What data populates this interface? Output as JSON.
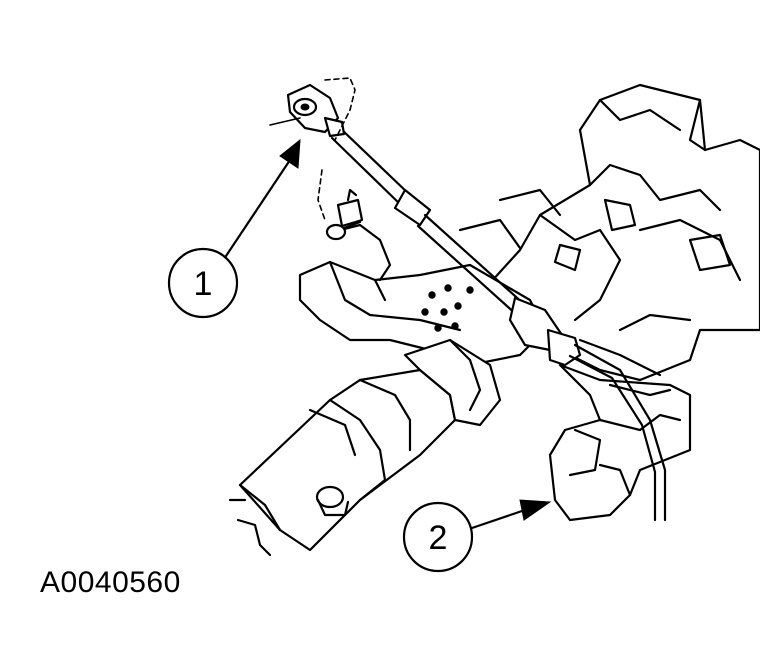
{
  "callouts": [
    {
      "number": "1"
    },
    {
      "number": "2"
    }
  ],
  "figure_id": "A0040560"
}
